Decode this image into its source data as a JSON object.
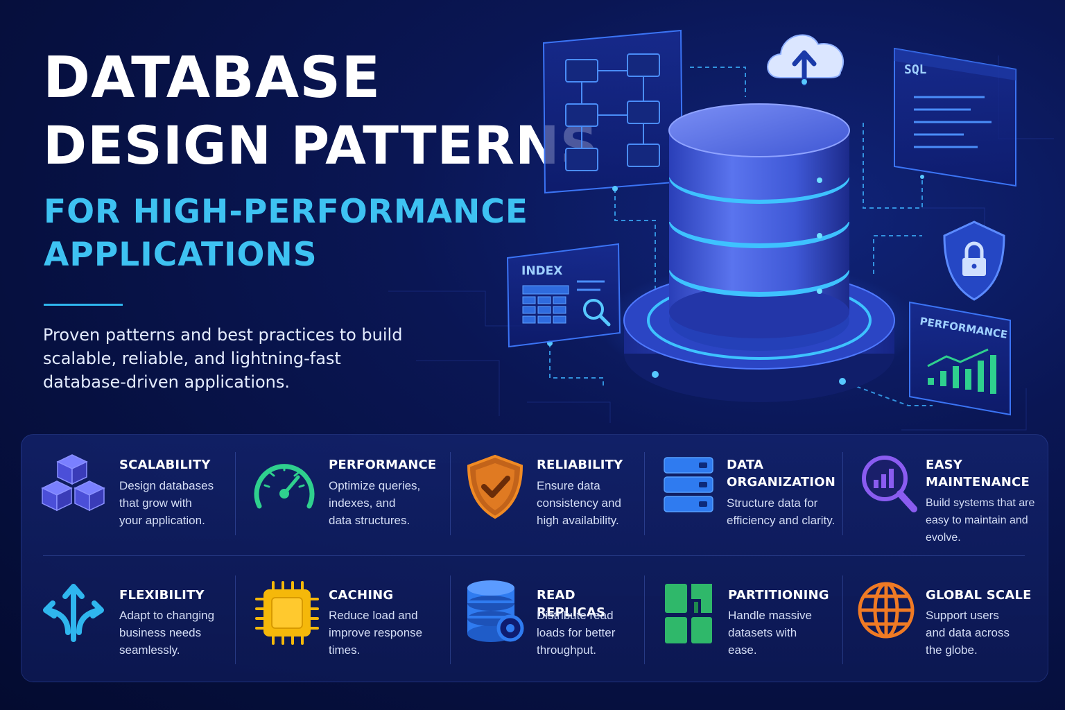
{
  "header": {
    "title_line1": "DATABASE",
    "title_line2": "DESIGN PATTERNS",
    "subtitle_line1": "FOR HIGH-PERFORMANCE",
    "subtitle_line2": "APPLICATIONS",
    "description": "Proven patterns and best practices to build scalable, reliable, and lightning-fast database-driven applications."
  },
  "illustration": {
    "sql_label": "SQL",
    "index_label": "INDEX",
    "performance_label": "PERFORMANCE",
    "icons": [
      "database-cylinder-icon",
      "cloud-upload-icon",
      "schema-diagram-icon",
      "sql-window-icon",
      "index-search-icon",
      "security-shield-lock-icon",
      "performance-chart-icon"
    ]
  },
  "features": [
    {
      "id": "scalability",
      "title_lines": [
        "SCALABILITY"
      ],
      "desc_lines": [
        "Design databases",
        "that grow with",
        "your application."
      ],
      "icon": "cubes-icon",
      "color": "#5b5ff0"
    },
    {
      "id": "performance",
      "title_lines": [
        "PERFORMANCE"
      ],
      "desc_lines": [
        "Optimize queries,",
        "indexes, and",
        "data structures."
      ],
      "icon": "speedometer-icon",
      "color": "#2fd08e"
    },
    {
      "id": "reliability",
      "title_lines": [
        "RELIABILITY"
      ],
      "desc_lines": [
        "Ensure data",
        "consistency and",
        "high availability."
      ],
      "icon": "shield-check-icon",
      "color": "#f08a24"
    },
    {
      "id": "data-organization",
      "title_lines": [
        "DATA",
        "ORGANIZATION"
      ],
      "desc_lines": [
        "Structure data for",
        "efficiency and clarity."
      ],
      "icon": "server-stack-icon",
      "color": "#2f7bf0"
    },
    {
      "id": "easy-maintenance",
      "title_lines": [
        "EASY",
        "MAINTENANCE"
      ],
      "desc_lines": [
        "Build systems that are",
        "easy to maintain and",
        "evolve."
      ],
      "icon": "magnifier-chart-icon",
      "color": "#8a5cf0"
    },
    {
      "id": "flexibility",
      "title_lines": [
        "FLEXIBILITY"
      ],
      "desc_lines": [
        "Adapt to changing",
        "business needs",
        "seamlessly."
      ],
      "icon": "split-arrows-icon",
      "color": "#2fb6ee"
    },
    {
      "id": "caching",
      "title_lines": [
        "CACHING"
      ],
      "desc_lines": [
        "Reduce load and",
        "improve response",
        "times."
      ],
      "icon": "chip-icon",
      "color": "#f5b80a"
    },
    {
      "id": "read-replicas",
      "title_lines": [
        "READ REPLICAS"
      ],
      "desc_lines": [
        "Distribute read",
        "loads for better",
        "throughput."
      ],
      "icon": "database-sync-icon",
      "color": "#2f7bf0"
    },
    {
      "id": "partitioning",
      "title_lines": [
        "PARTITIONING"
      ],
      "desc_lines": [
        "Handle massive",
        "datasets with",
        "ease."
      ],
      "icon": "partition-blocks-icon",
      "color": "#2fb86a"
    },
    {
      "id": "global-scale",
      "title_lines": [
        "GLOBAL SCALE"
      ],
      "desc_lines": [
        "Support users",
        "and data across",
        "the globe."
      ],
      "icon": "globe-icon",
      "color": "#f07a24"
    }
  ]
}
